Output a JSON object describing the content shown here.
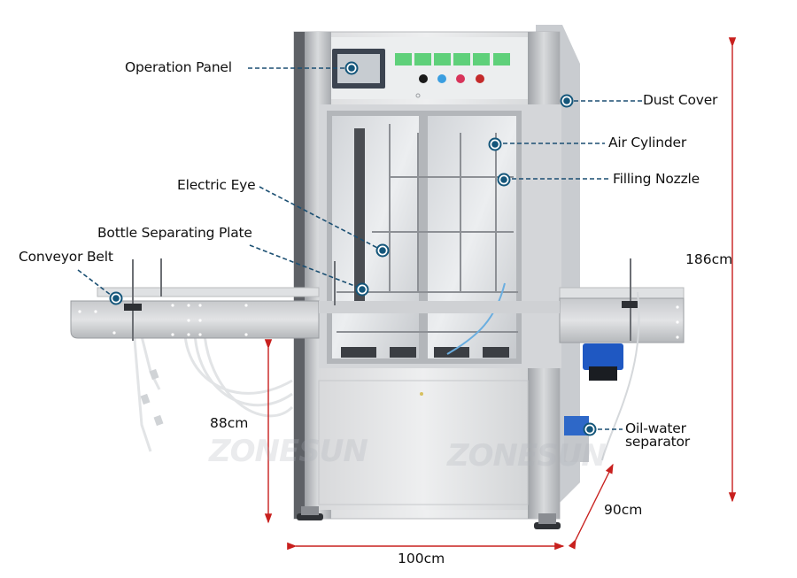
{
  "diagram": {
    "subject": "Automatic liquid filling machine",
    "watermark": "ZONESUN",
    "colors": {
      "marker": "#14567a",
      "leader_line": "#1b4f72",
      "dimension_line": "#c8201e",
      "frame_steel": "#c9cbce",
      "panel_light": "#e8e9ea",
      "indicator_green": "#5fd07a",
      "background": "#ffffff"
    },
    "callouts": [
      {
        "id": "operation-panel",
        "label": "Operation Panel"
      },
      {
        "id": "dust-cover",
        "label": "Dust Cover"
      },
      {
        "id": "air-cylinder",
        "label": "Air Cylinder"
      },
      {
        "id": "filling-nozzle",
        "label": "Filling Nozzle"
      },
      {
        "id": "electric-eye",
        "label": "Electric Eye"
      },
      {
        "id": "bottle-separating-plate",
        "label": "Bottle Separating Plate"
      },
      {
        "id": "conveyor-belt",
        "label": "Conveyor Belt"
      },
      {
        "id": "oil-water-separator",
        "label_line1": "Oil-water",
        "label_line2": "separator"
      }
    ],
    "dimensions": {
      "height_total": "186cm",
      "conveyor_height": "88cm",
      "width": "100cm",
      "depth": "90cm"
    },
    "control_panel": {
      "indicator_count": 6,
      "buttons": [
        {
          "name": "selector-knob",
          "color": "#1a1a1a"
        },
        {
          "name": "blue-button",
          "color": "#3a9ee0"
        },
        {
          "name": "pink-button",
          "color": "#d8345a"
        },
        {
          "name": "red-button",
          "color": "#c42a2a"
        }
      ]
    }
  }
}
